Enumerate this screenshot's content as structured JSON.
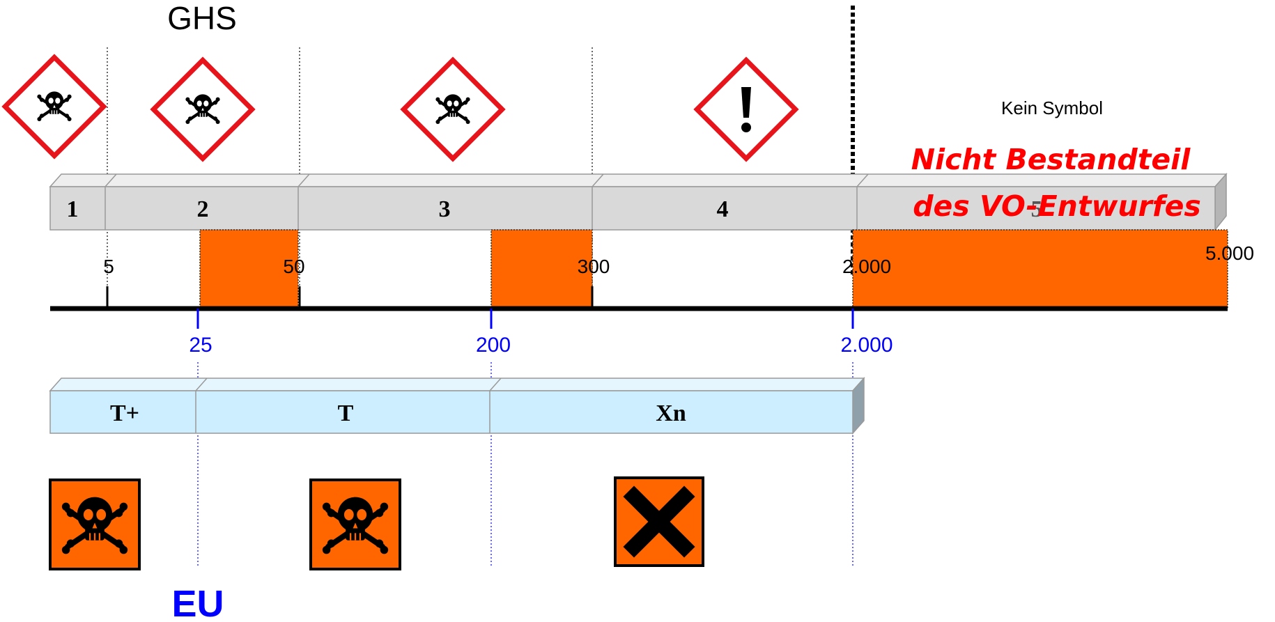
{
  "ghs": {
    "title": "GHS",
    "categories": [
      "1",
      "2",
      "3",
      "4",
      "5"
    ],
    "ticks": [
      "5",
      "50",
      "300",
      "2.000",
      "5.000"
    ],
    "no_symbol_label": "Kein Symbol",
    "note_line1": "Nicht Bestandteil",
    "note_line2": "des VO-Entwurfes",
    "pictograms": [
      "skull-and-crossbones",
      "skull-and-crossbones",
      "skull-and-crossbones",
      "exclamation-mark"
    ]
  },
  "eu": {
    "title": "EU",
    "categories": [
      "T+",
      "T",
      "Xn"
    ],
    "ticks": [
      "25",
      "200",
      "2.000"
    ],
    "pictograms": [
      "skull-and-crossbones",
      "skull-and-crossbones",
      "cross"
    ]
  },
  "colors": {
    "ghs_bar": "#d9d9d9",
    "eu_bar": "#cceeff",
    "difference_fill": "#ff6600",
    "ghs_diamond_border": "#e8141c",
    "eu_axis": "#0000ff",
    "note_text": "#ff0000"
  }
}
